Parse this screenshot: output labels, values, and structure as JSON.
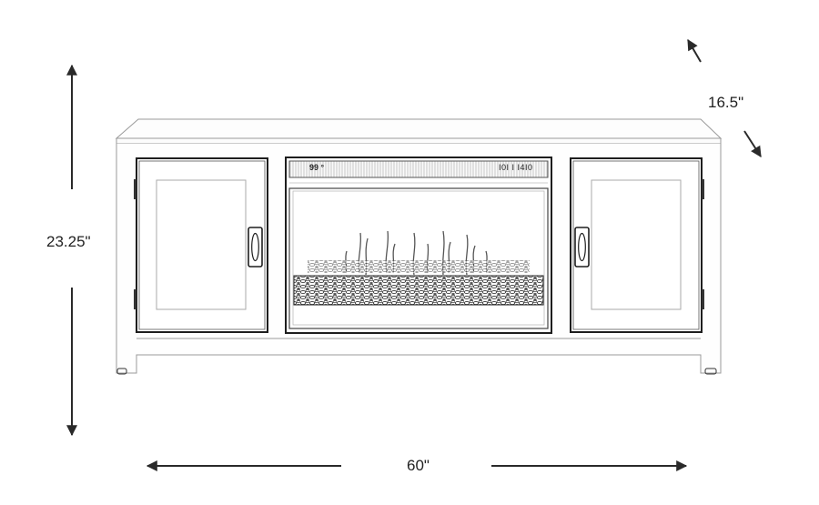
{
  "diagram": {
    "subject": "TV stand with electric fireplace insert",
    "dimensions": {
      "height": "23.25\"",
      "width": "60\"",
      "depth": "16.5\""
    },
    "fireplace_display": {
      "temperature_readout": "99 °",
      "control_text": "I0I I I4I0"
    },
    "colors": {
      "line": "#222222",
      "sketch": "#9a9a9a",
      "background": "#ffffff"
    }
  }
}
